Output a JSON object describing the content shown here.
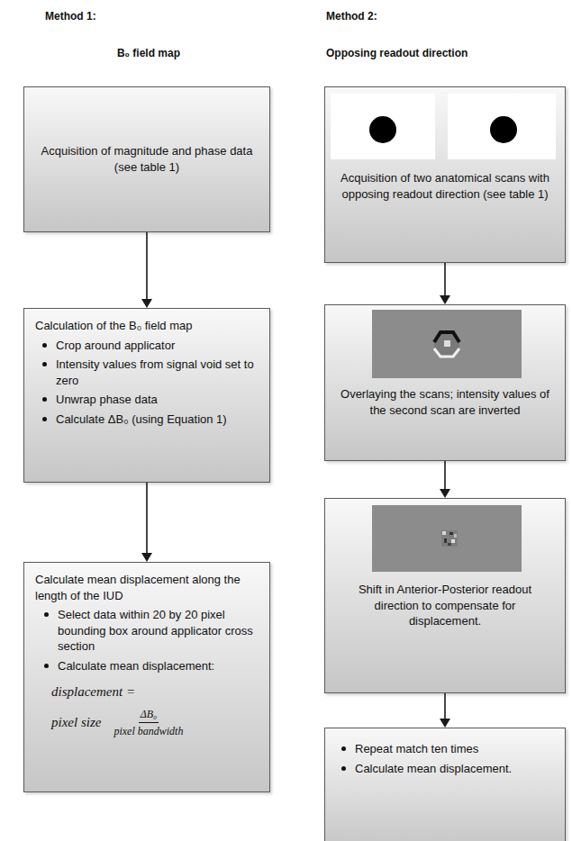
{
  "diagram": {
    "nodes": [
      {
        "text": [
          "Acquisition of magnitude and phase data (see table 1)"
        ]
      },
      {
        "text": [
          "Calculation of the B₀ field map",
          "Crop around applicator",
          "Intensity values from signal void set to zero",
          "Unwrap phase data",
          "Calculate ΔB₀ (using Equation 1)"
        ]
      },
      {
        "text": [
          "Calculate mean displacement along the length of the IUD",
          "Select data within 20 by 20 pixel bounding box around applicator cross section",
          "Calculate mean displacement:",
          "displacement =",
          "pixel size",
          "ΔB₀",
          "pixel bandwidth"
        ]
      },
      {
        "text": [
          "Acquisition of two anatomical scans with opposing readout direction (see table 1)"
        ]
      },
      {
        "text": [
          "Overlaying the scans; intensity values of the second scan are inverted"
        ]
      },
      {
        "text": [
          "Shift in Anterior-Posterior readout direction to compensate for displacement."
        ]
      },
      {
        "text": [
          "Repeat match ten times",
          "Calculate mean displacement."
        ]
      }
    ],
    "edges": [
      {
        "from": 0,
        "to": 1,
        "arrow": "to"
      },
      {
        "from": 1,
        "to": 2,
        "arrow": "to"
      },
      {
        "from": 3,
        "to": 4,
        "arrow": "to"
      },
      {
        "from": 4,
        "to": 5,
        "arrow": "to"
      },
      {
        "from": 5,
        "to": 6,
        "arrow": "to"
      }
    ],
    "labels": [
      "Method 1:",
      "B₀ field map",
      "Method 2:",
      "Opposing readout direction"
    ]
  }
}
